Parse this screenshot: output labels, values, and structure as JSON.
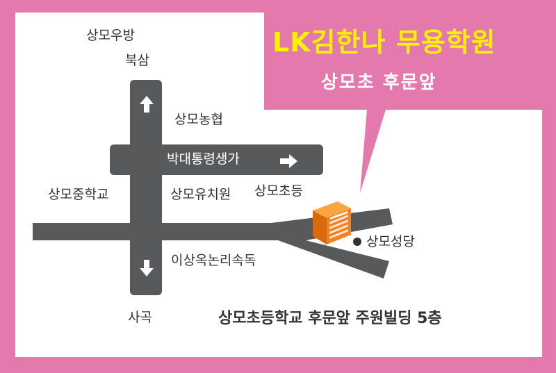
{
  "banner": {
    "title": "LK김한나 무용학원",
    "subtitle": "상모초 후문앞"
  },
  "roads": {
    "park_road_label": "박대통령생가"
  },
  "places": {
    "sangmo_ubang": "상모우방",
    "buksam": "북삼",
    "sangmo_nonghyup": "상모농협",
    "sangmo_middle": "상모중학교",
    "sangmo_kinder": "상모유치원",
    "sangmo_elem": "상모초등",
    "sangmo_cathedral": "상모성당",
    "isangok_logic": "이상옥논리속독",
    "sagok": "사곡"
  },
  "footer": {
    "address": "상모초등학교 후문앞 주원빌딩 5층"
  },
  "colors": {
    "border_pink": "#e479ae",
    "road_gray": "#58595b",
    "title_yellow": "#fff200",
    "building_orange": "#f58220"
  }
}
